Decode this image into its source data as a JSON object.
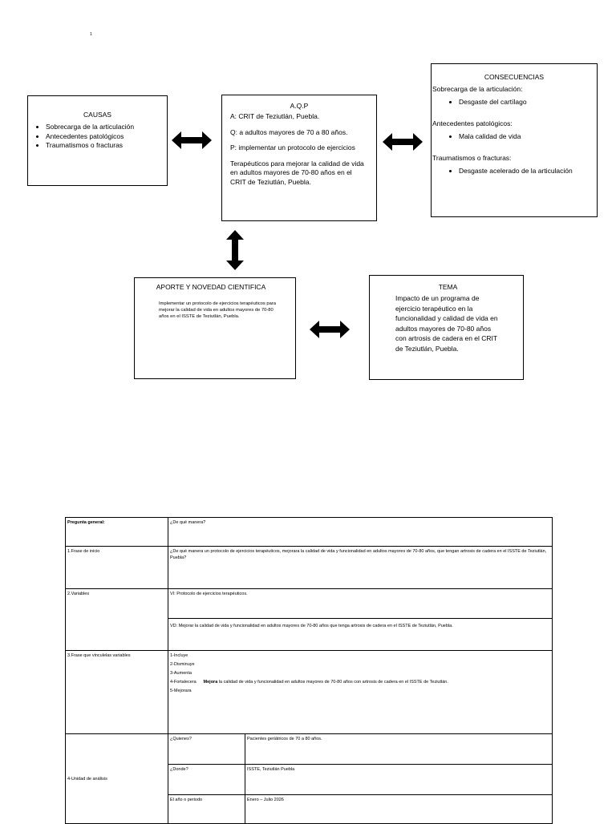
{
  "page_number": "1",
  "causas": {
    "title": "CAUSAS",
    "items": [
      "Sobrecarga de la articulación",
      "Antecedentes patológicos",
      "Traumatismos o fracturas"
    ]
  },
  "aqp": {
    "title": "A.Q.P",
    "lines": [
      "A: CRIT de Teziutlán, Puebla.",
      "Q: a adultos mayores de 70 a 80 años.",
      "P: implementar un protocolo de ejercicios",
      "Terapéuticos para mejorar la calidad de vida en adultos mayores de 70-80 años en el CRIT de Teziutlán, Puebla."
    ]
  },
  "consecuencias": {
    "title": "CONSECUENCIAS",
    "groups": [
      {
        "heading": "Sobrecarga de la articulación:",
        "item": "Desgaste del cartílago"
      },
      {
        "heading": "Antecedentes patológicos:",
        "item": "Mala calidad de vida"
      },
      {
        "heading": "Traumatismos o fracturas:",
        "item": "Desgaste acelerado de la articulación"
      }
    ]
  },
  "aporte": {
    "title": "APORTE Y NOVEDAD CIENTIFICA",
    "text": "Implementar un protocolo de ejercicios terapéuticos para mejorar la calidad de vida en adultos mayores de 70-80 años en el ISSTE de Teziutlán, Puebla."
  },
  "tema": {
    "title": "TEMA",
    "text": "Impacto de un programa de ejercicio terapéutico en la funcionalidad y calidad de vida en adultos mayores de 70-80 años con artrosis de cadera en el CRIT de Teziutlán, Puebla."
  },
  "table": {
    "pregunta_label": "Pregunta general:",
    "pregunta_value": "¿De qué manera?",
    "frase_label": "1.Frase de inicio",
    "frase_value": "¿De qué manera un protocolo de ejercicios terapéuticos, mejorara la calidad de vida y funcionalidad en adultos mayores de 70-80 años, que tengan artrosis de cadera en el ISSTE de Teziutlán, Puebla?",
    "variables_label": "2.Variables",
    "vi": "VI: Protocolo de ejercicios terapéuticos.",
    "vd": "VD: Mejorar la calidad de vida y funcionalidad en adultos mayores de 70-80 años que tenga artrosis de cadera en el ISSTE de Teziutlán, Puebla.",
    "vinculo_label": "3.Frase que vinculelas variables",
    "vinculo_items": [
      "1-Incluye",
      "2-Disminuye",
      "3-Aumenta",
      "4-Fortalecera",
      "5-Mejorara"
    ],
    "vinculo_bold": "Mejora",
    "vinculo_phrase": "la calidad de vida y funcionalidad en adultos mayores de 70-80 años con artrosis de cadera en el ISSTE de Teziutlán.",
    "unidad_label": "4-Unidad de análisis",
    "unidad_rows": [
      {
        "q": "¿Quienes?",
        "a": "Pacientes geriátricos de 70 a 80 años."
      },
      {
        "q": "¿Donde?",
        "a": "ISSTE, Teziutlán Puebla"
      },
      {
        "q": "El año o periodo",
        "a": "Enero – Julio 2026"
      }
    ]
  }
}
